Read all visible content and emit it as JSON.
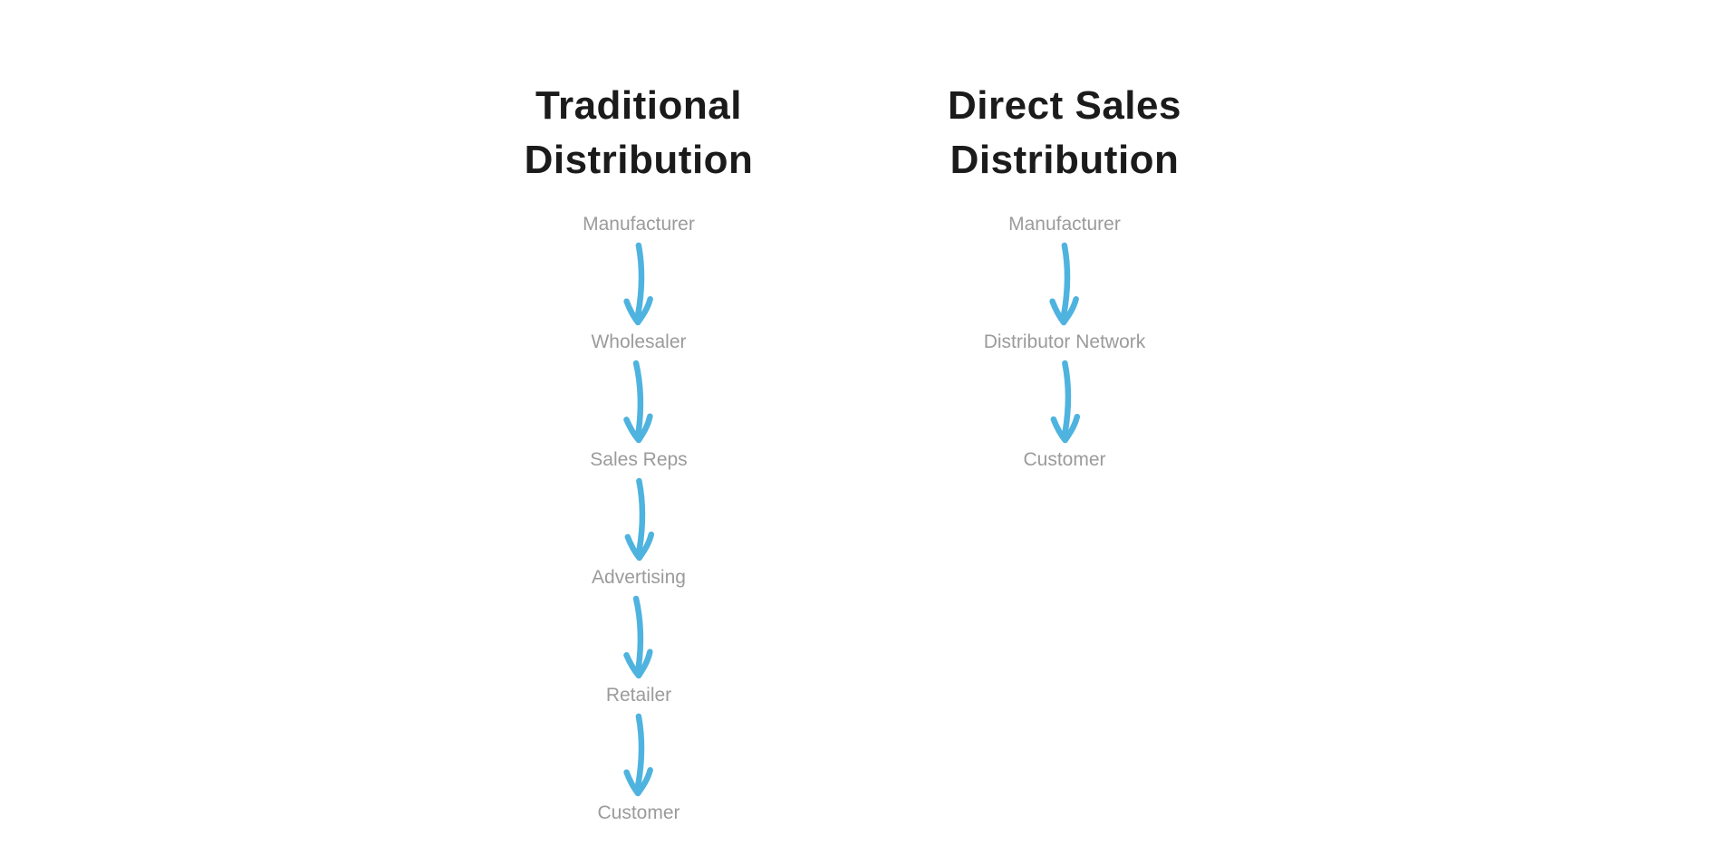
{
  "page": {
    "background": "#ffffff"
  },
  "diagram": {
    "columns": [
      {
        "title": "Traditional Distribution",
        "nodes": [
          "Manufacturer",
          "Wholesaler",
          "Sales Reps",
          "Advertising",
          "Retailer",
          "Customer"
        ]
      },
      {
        "title": "Direct Sales Distribution",
        "nodes": [
          "Manufacturer",
          "Distributor Network",
          "Customer"
        ]
      }
    ],
    "connector": "arrow-down",
    "colors": {
      "title": "#1b1b1b",
      "node_label": "#9b9b9b",
      "arrow": "#4fb3df"
    }
  }
}
